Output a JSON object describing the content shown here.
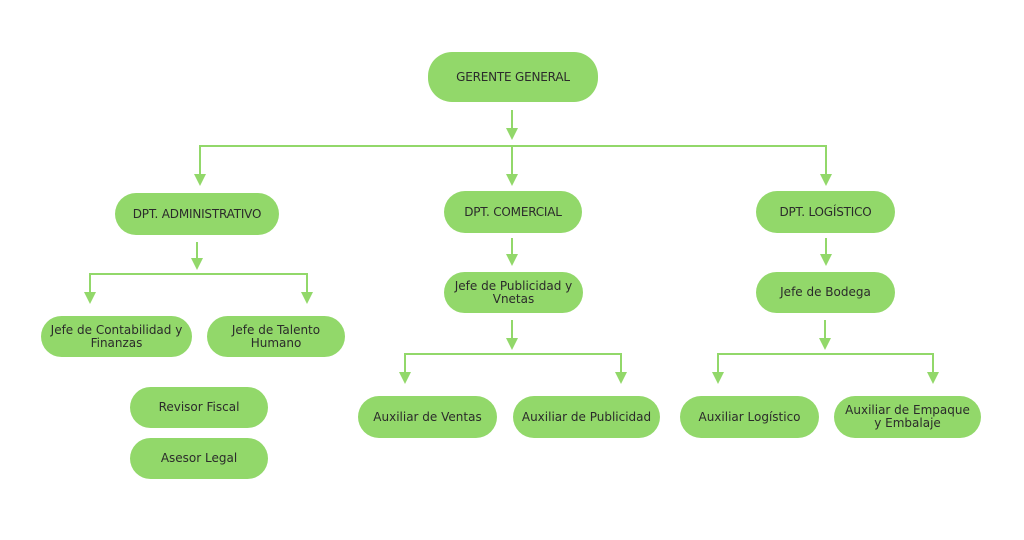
{
  "colors": {
    "node_fill": "#92d86a",
    "connector": "#92d86a",
    "text": "#2b2b2b",
    "background": "#ffffff"
  },
  "nodes": {
    "gerente_general": "GERENTE GENERAL",
    "dpt_administrativo": "DPT. ADMINISTRATIVO",
    "dpt_comercial": "DPT. COMERCIAL",
    "dpt_logistico": "DPT. LOGÍSTICO",
    "jefe_contabilidad": "Jefe de Contabilidad y Finanzas",
    "jefe_talento": "Jefe de Talento Humano",
    "revisor_fiscal": "Revisor Fiscal",
    "asesor_legal": "Asesor Legal",
    "jefe_publicidad": "Jefe de Publicidad y Vnetas",
    "auxiliar_ventas": "Auxiliar de Ventas",
    "auxiliar_publicidad": "Auxiliar de Publicidad",
    "jefe_bodega": "Jefe de Bodega",
    "auxiliar_logistico": "Auxiliar Logístico",
    "auxiliar_empaque": "Auxiliar de Empaque y Embalaje"
  },
  "hierarchy": [
    {
      "from": "gerente_general",
      "to": [
        "dpt_administrativo",
        "dpt_comercial",
        "dpt_logistico"
      ]
    },
    {
      "from": "dpt_administrativo",
      "to": [
        "jefe_contabilidad",
        "jefe_talento"
      ]
    },
    {
      "from": "dpt_comercial",
      "to": [
        "jefe_publicidad"
      ]
    },
    {
      "from": "jefe_publicidad",
      "to": [
        "auxiliar_ventas",
        "auxiliar_publicidad"
      ]
    },
    {
      "from": "dpt_logistico",
      "to": [
        "jefe_bodega"
      ]
    },
    {
      "from": "jefe_bodega",
      "to": [
        "auxiliar_logistico",
        "auxiliar_empaque"
      ]
    }
  ]
}
